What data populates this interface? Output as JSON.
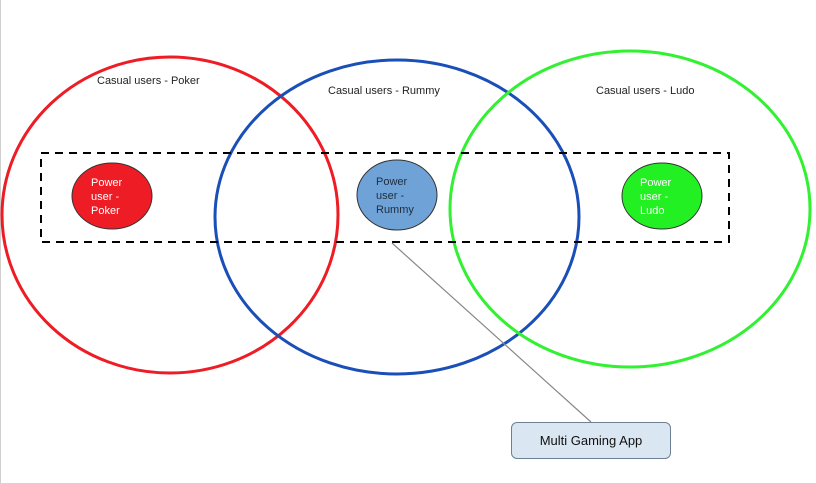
{
  "casual_circles": [
    {
      "label": "Casual users - Poker",
      "color": "#ee1c25"
    },
    {
      "label": "Casual users - Rummy",
      "color": "#1a4fb8"
    },
    {
      "label": "Casual users - Ludo",
      "color": "#32f032"
    }
  ],
  "power_users": [
    {
      "lines": [
        "Power",
        "user -",
        "Poker"
      ],
      "fill": "#ee1c25"
    },
    {
      "lines": [
        "Power",
        "user -",
        "Rummy"
      ],
      "fill": "#6fa3d8"
    },
    {
      "lines": [
        "Power",
        "user -",
        "Ludo"
      ],
      "fill": "#22f022"
    }
  ],
  "callout": {
    "label": "Multi Gaming App"
  },
  "connector_color": "#888888",
  "dashed_box_color": "#000000"
}
